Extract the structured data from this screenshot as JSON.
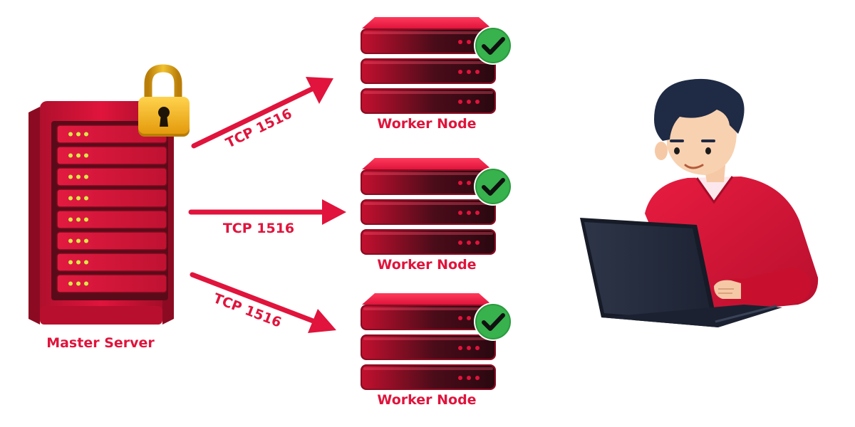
{
  "master": {
    "label": "Master Server"
  },
  "nodes": [
    {
      "label": "Worker Node"
    },
    {
      "label": "Worker Node"
    },
    {
      "label": "Worker Node"
    }
  ],
  "connections": [
    {
      "label": "TCP 1516"
    },
    {
      "label": "TCP 1516"
    },
    {
      "label": "TCP 1516"
    }
  ],
  "icons": {
    "lock": "padlock-icon",
    "check": "checkmark-icon",
    "user": "person-with-laptop-illustration"
  },
  "colors": {
    "brand": "#e0143c",
    "server_dark": "#3a0d17",
    "lock_gold": "#f5b51c",
    "check_green": "#37b24d",
    "laptop": "#2b3347"
  }
}
